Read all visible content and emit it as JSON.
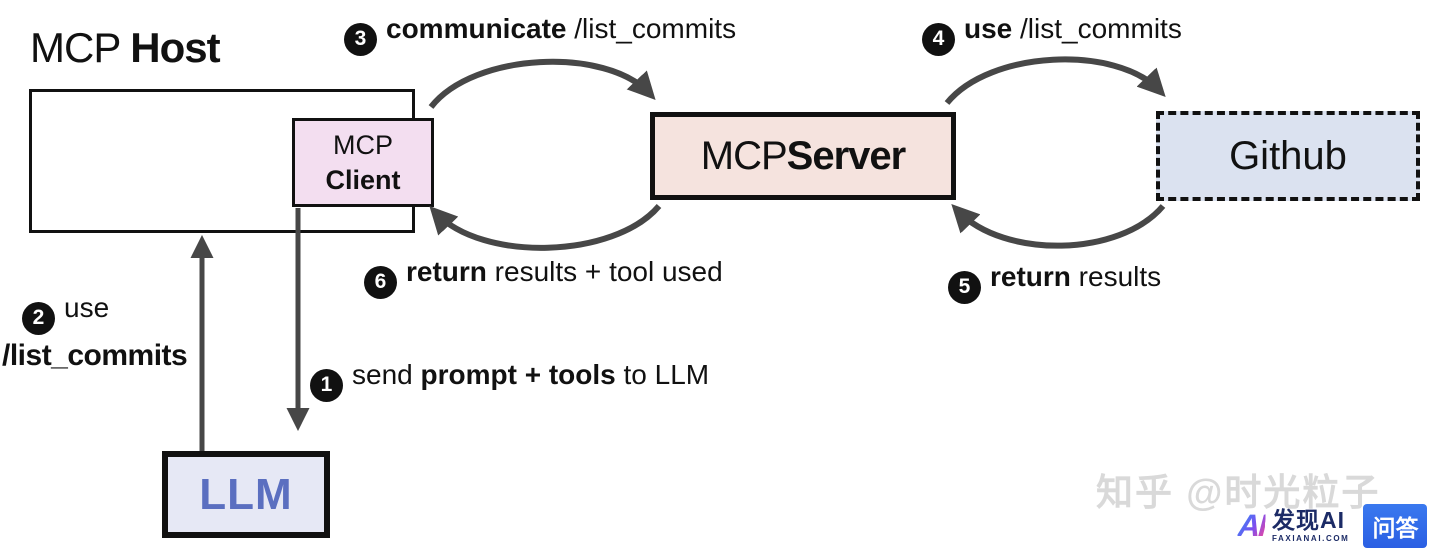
{
  "diagram": {
    "host": {
      "title_normal": "MCP ",
      "title_bold": "Host"
    },
    "client": {
      "line1": "MCP",
      "line2": "Client"
    },
    "server": {
      "normal": "MCP ",
      "bold": "Server"
    },
    "github": {
      "label": "Github"
    },
    "llm": {
      "label": "LLM"
    },
    "steps": {
      "s1": {
        "num": "1",
        "pre": "send ",
        "bold": "prompt + tools",
        "post": " to LLM"
      },
      "s2": {
        "num": "2",
        "pre": "use",
        "line2": "/list_commits"
      },
      "s3": {
        "num": "3",
        "bold": "communicate",
        "post": " /list_commits"
      },
      "s4": {
        "num": "4",
        "bold": "use",
        "post": " /list_commits"
      },
      "s5": {
        "num": "5",
        "bold": "return",
        "post": " results"
      },
      "s6": {
        "num": "6",
        "bold": "return",
        "post": " results + tool used"
      }
    },
    "arrows": [
      {
        "name": "client-to-server-top",
        "step": "3"
      },
      {
        "name": "server-to-client-bottom",
        "step": "6"
      },
      {
        "name": "server-to-github-top",
        "step": "4"
      },
      {
        "name": "github-to-server-bottom",
        "step": "5"
      },
      {
        "name": "llm-to-host-up",
        "step": "2"
      },
      {
        "name": "host-to-llm-down",
        "step": "1"
      }
    ],
    "colors": {
      "arrow": "#474747",
      "client_bg": "#f3def0",
      "server_bg": "#f5e3de",
      "github_bg": "#dbe2f0",
      "llm_bg": "#e6e8f5",
      "llm_text": "#5b6fc0",
      "badge_bg": "#111111"
    }
  },
  "watermark": {
    "zhihu_text": "知乎 @时光粒子",
    "zhihu_color": "#d9d9d9",
    "logo_ai_mark": "AI",
    "logo_name": "发现AI",
    "logo_domain": "FAXIANAI.COM",
    "qa_badge": "问答",
    "qa_badge_color": "#2b5fe3",
    "logo_navy": "#1c2b66"
  }
}
